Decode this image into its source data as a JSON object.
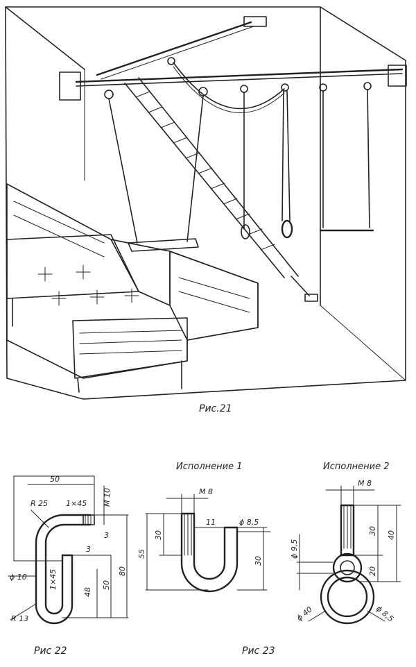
{
  "figures": {
    "fig21": {
      "caption": "Рис.21"
    },
    "fig22": {
      "caption": "Рис 22",
      "dims": {
        "width_50": "50",
        "radius_25": "R 25",
        "chamfer_top": "1×45",
        "thread": "M 10",
        "height_80": "80",
        "height_50": "50",
        "height_48": "48",
        "diameter_10": "ϕ 10",
        "chamfer_side": "1×45",
        "radius_13": "R 13",
        "roughness_a": "3",
        "roughness_b": "3"
      }
    },
    "fig23": {
      "caption": "Рис 23",
      "variant1": {
        "title": "Исполнение 1",
        "dims": {
          "thread": "M 8",
          "gap_11": "11",
          "diameter_85": "ϕ 8,5",
          "height_55": "55",
          "height_30a": "30",
          "height_30b": "30"
        }
      },
      "variant2": {
        "title": "Исполнение 2",
        "dims": {
          "thread": "M 8",
          "diameter_95": "ϕ 9,5",
          "height_30": "30",
          "height_40": "40",
          "height_20": "20",
          "diameter_40": "ϕ 40",
          "diameter_85": "ϕ 8,5"
        }
      }
    }
  }
}
